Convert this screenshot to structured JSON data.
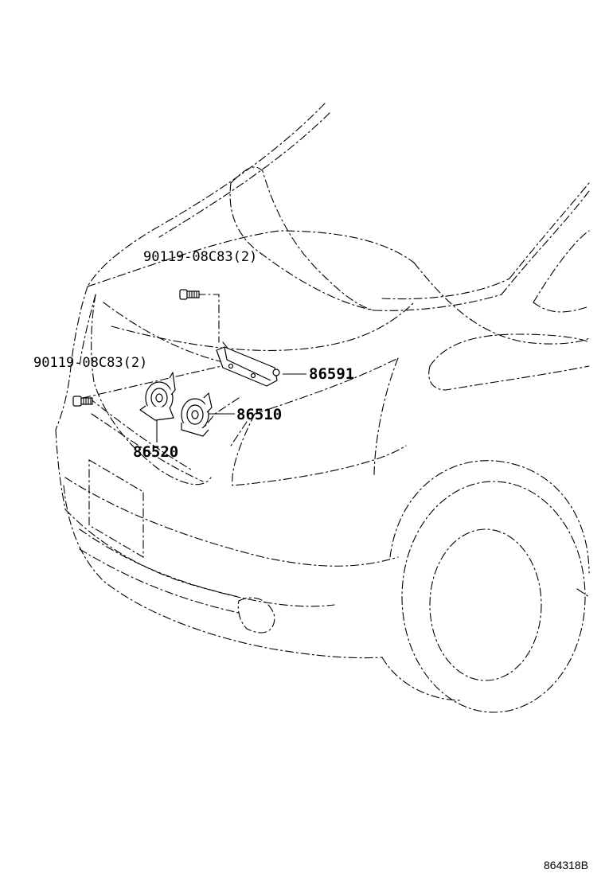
{
  "callouts": {
    "bolt_upper": "90119-08C83(2)",
    "bolt_left": "90119-08C83(2)",
    "bracket": "86591",
    "horn_high": "86510",
    "horn_low": "86520"
  },
  "illustration_code": "864318B"
}
